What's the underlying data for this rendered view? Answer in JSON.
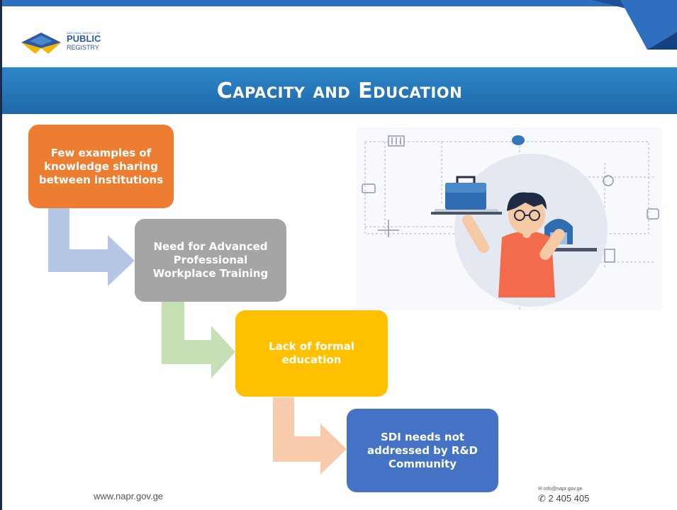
{
  "slide": {
    "title": "Capacity and Education",
    "logo": {
      "small_text": "NATIONAL AGENCY OF",
      "line1": "PUBLIC",
      "line2": "REGISTRY"
    },
    "steps": [
      {
        "text": "Few examples of knowledge sharing between institutions",
        "color": "#ed7d31"
      },
      {
        "text": "Need for Advanced Professional Workplace Training",
        "color": "#a5a5a5"
      },
      {
        "text": "Lack of formal education",
        "color": "#ffc000"
      },
      {
        "text": "SDI needs not addressed by R&D Community",
        "color": "#4472c4"
      }
    ],
    "arrow_colors": [
      "#b4c7e7",
      "#c5e0b4",
      "#f8cbad"
    ],
    "footer": {
      "website": "www.napr.gov.ge",
      "email": "info@napr.gov.ge",
      "phone": "2 405 405"
    }
  }
}
